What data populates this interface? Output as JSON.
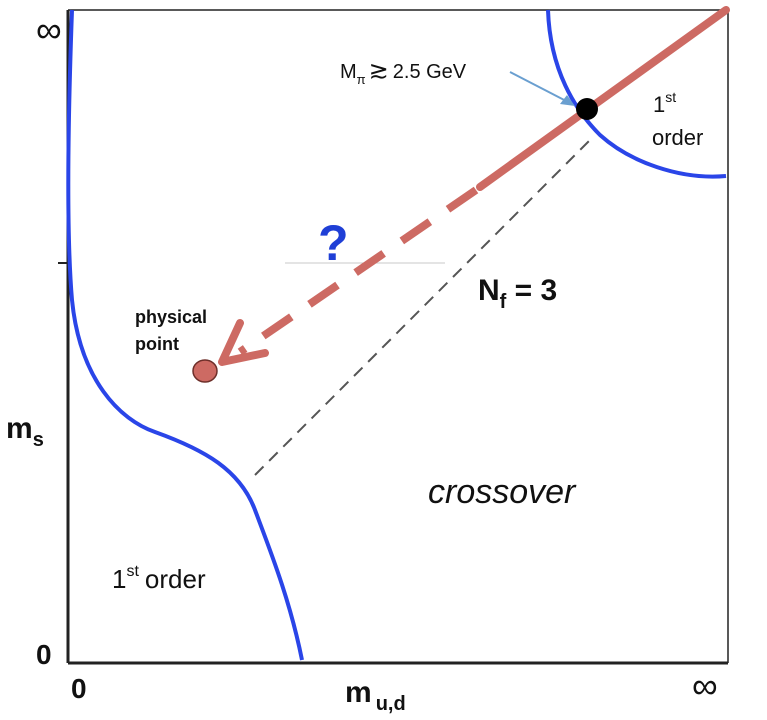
{
  "axes": {
    "x_label_main": "m",
    "x_label_sub": "u,d",
    "y_label_main": "m",
    "y_label_sub": "s",
    "x_origin": "0",
    "y_origin": "0",
    "x_infinity": "∞",
    "y_infinity": "∞"
  },
  "regions": {
    "first_order_bottom_sup": "st",
    "first_order_bottom_num": "1",
    "first_order_bottom_word": "order",
    "first_order_top_num": "1",
    "first_order_top_sup": "st",
    "first_order_top_word": "order",
    "crossover": "crossover"
  },
  "annotations": {
    "pion_mass_prefix": "M",
    "pion_mass_sub": "π",
    "pion_mass_rel": "≳",
    "pion_mass_value": "2.5 GeV",
    "nf_main": "N",
    "nf_sub": "f",
    "nf_rest": " = 3",
    "question": "?",
    "physical_point_line1": "physical",
    "physical_point_line2": "point"
  },
  "colors": {
    "critical_line": "#2a45e8",
    "flavor_line": "#cd6a63",
    "question_mark": "#1f3fd6",
    "pointer_arrow": "#6a9fd0"
  }
}
